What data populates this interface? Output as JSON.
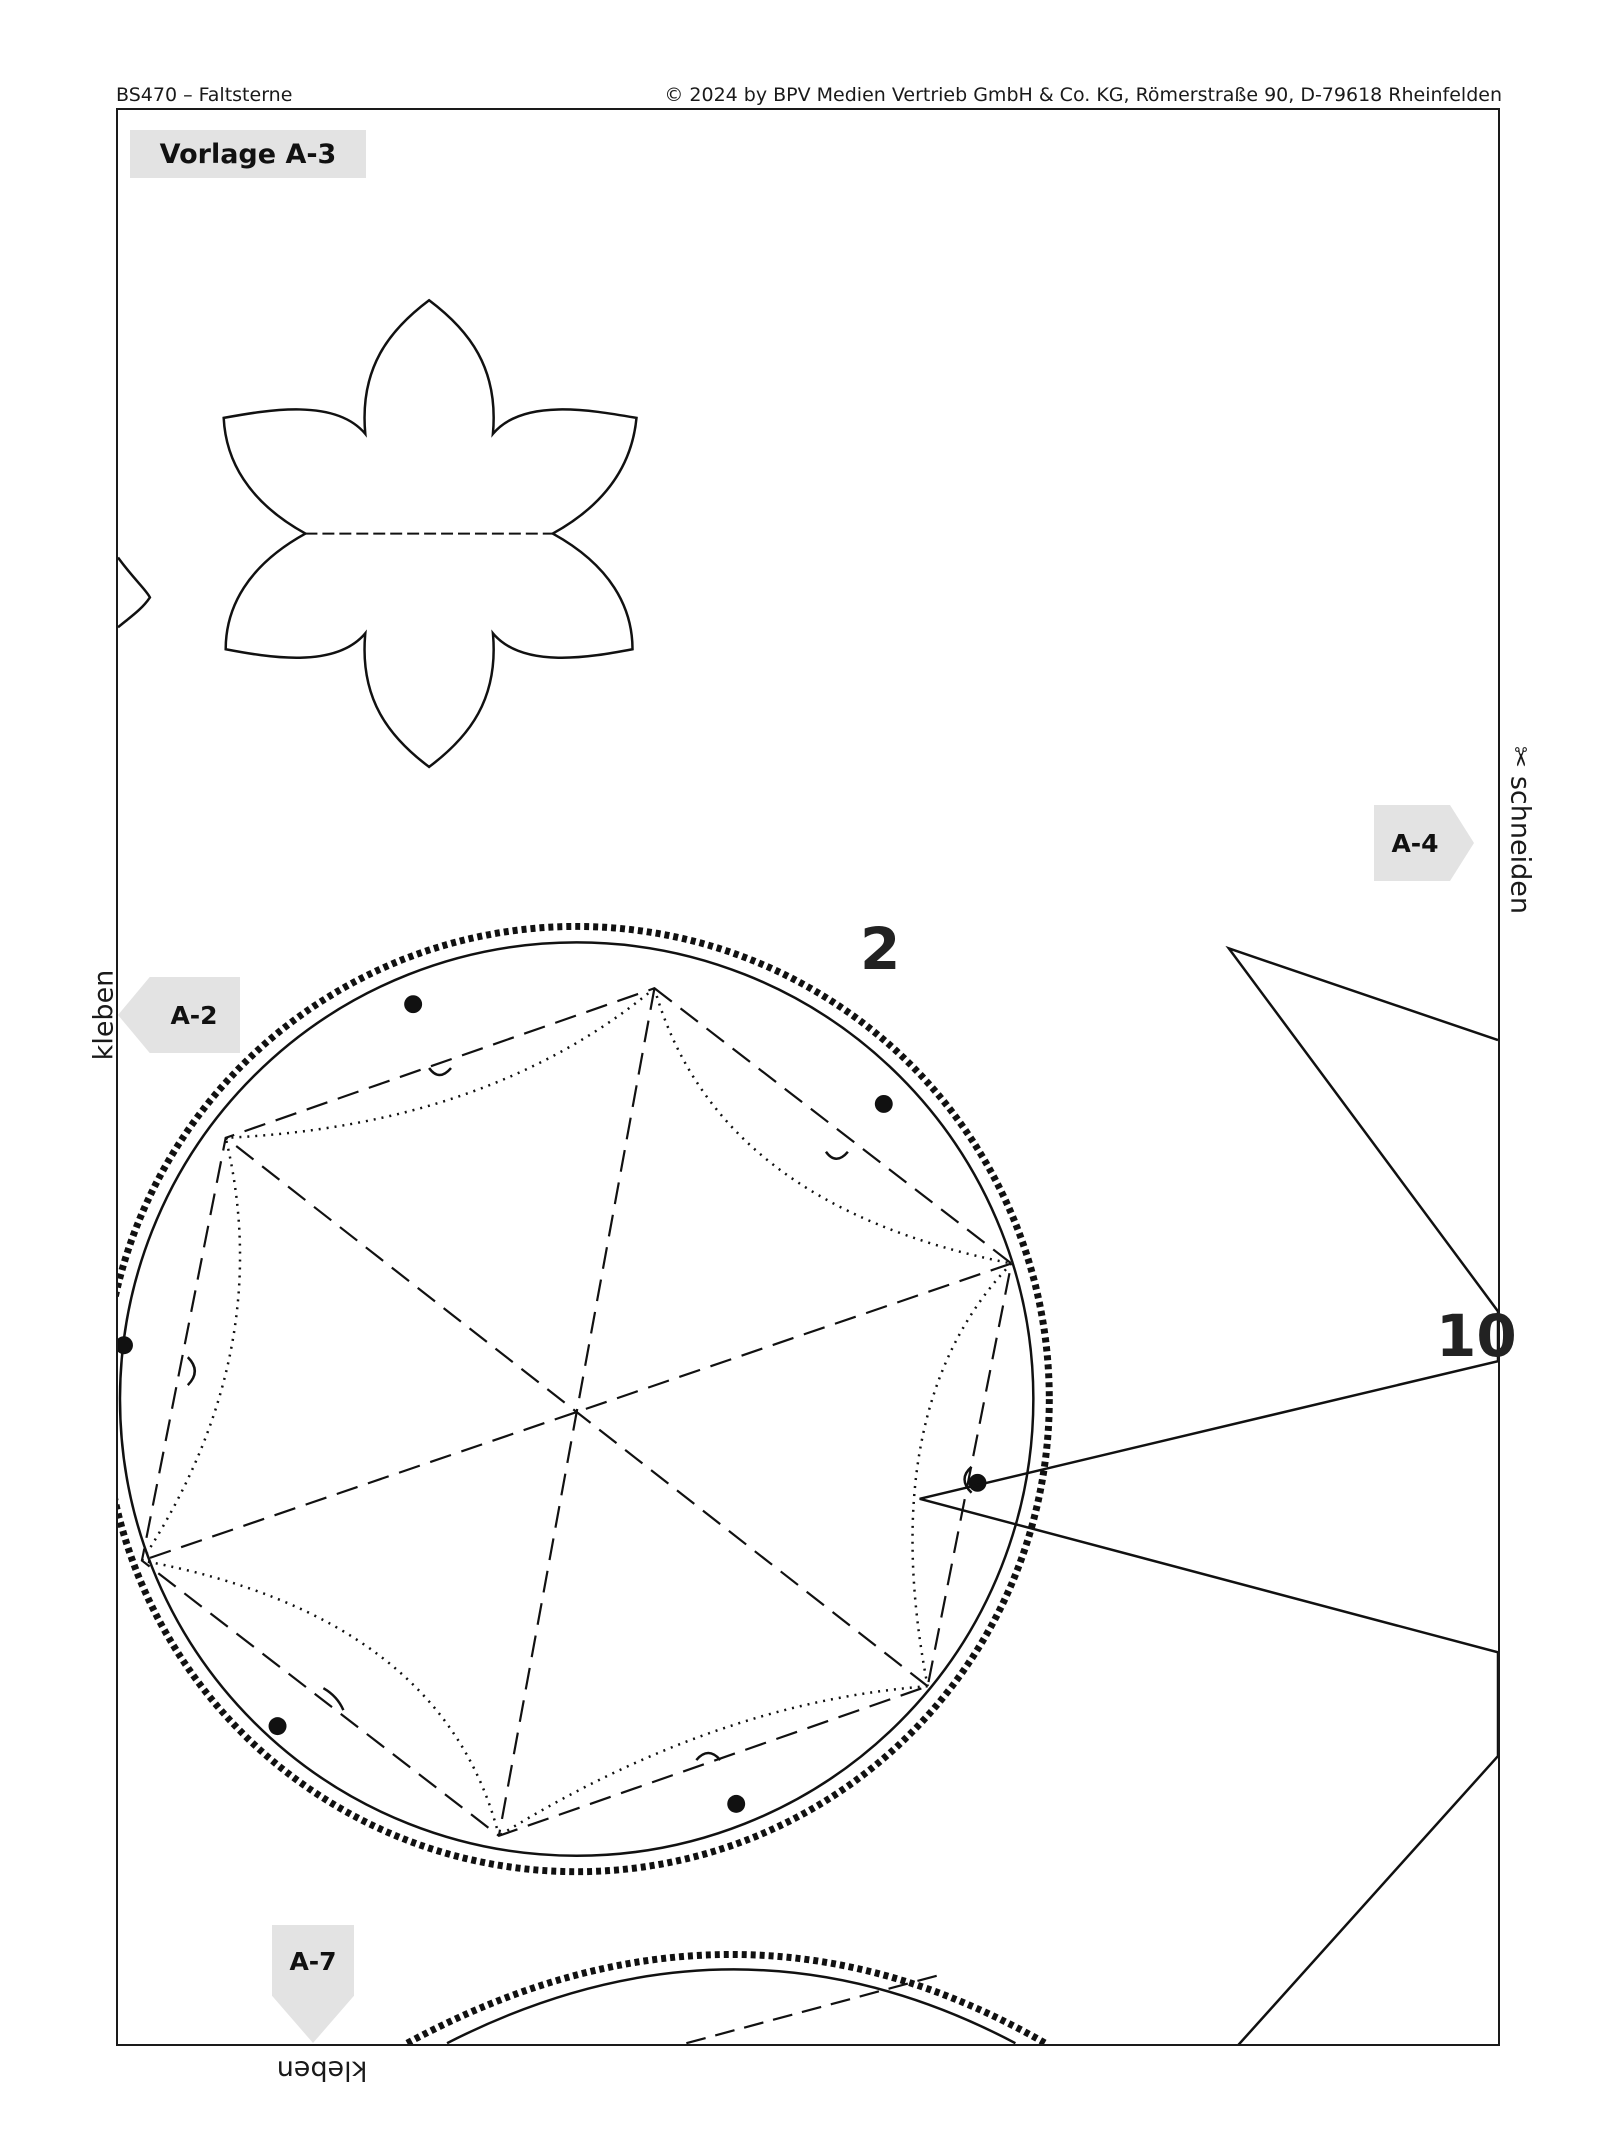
{
  "header": {
    "left": "BS470 – Faltsterne",
    "right": "© 2024 by BPV Medien Vertrieb GmbH & Co. KG, Römerstraße 90, D-79618 Rheinfelden"
  },
  "template_label": "Vorlage A-3",
  "tabs": {
    "a4": "A-4",
    "a2": "A-2",
    "a7": "A-7"
  },
  "side_labels": {
    "left": "kleben",
    "right": "schneiden",
    "bottom": "kleben"
  },
  "numbers": {
    "circle": "2",
    "star": "10"
  },
  "icons": {
    "cut": "scissors-icon"
  }
}
